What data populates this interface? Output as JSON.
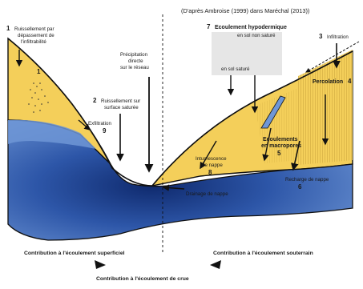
{
  "source_note": "(D'après Ambroise (1999) dans Maréchal (2013))",
  "colors": {
    "sand": "#f4cf5a",
    "water_light": "#6f97d6",
    "water_dark": "#1b3d8c",
    "hatch": "#c9a23a",
    "outline": "#111111"
  },
  "labels": {
    "l1_num": "1",
    "l1_line1": "Ruissellement par",
    "l1_line2": "dépassement de",
    "l1_line3": "l'infiltrabilité",
    "l1_num_arrow": "1",
    "precip_line1": "Précipitation",
    "precip_line2": "directe",
    "precip_line3": "sur le réseau",
    "l2_num": "2",
    "l2_line1": "Ruissellement sur",
    "l2_line2": "surface saturée",
    "exf_label": "Exfiltration",
    "exf_num": "9",
    "l7_num": "7",
    "l7_title": "Ecoulement hypodermique",
    "l7_unsat": "en sol non saturé",
    "l7_sat": "en sol saturé",
    "l3_num": "3",
    "l3_label": "Infiltration",
    "perc_label": "Percolation",
    "perc_num": "4",
    "macro_line1": "Ecoulements",
    "macro_line2": "en macropores",
    "macro_num": "5",
    "intum_line1": "Intumescence",
    "intum_line2": "de nappe",
    "intum_num": "8",
    "recharge_label": "Recharge de nappe",
    "recharge_num": "6",
    "drainage_label": "Drainage de nappe",
    "contrib_surface": "Contribution à l'écoulement superficiel",
    "contrib_souterrain": "Contribution à l'écoulement souterrain",
    "contrib_crue": "Contribution à l'écoulement de crue"
  }
}
